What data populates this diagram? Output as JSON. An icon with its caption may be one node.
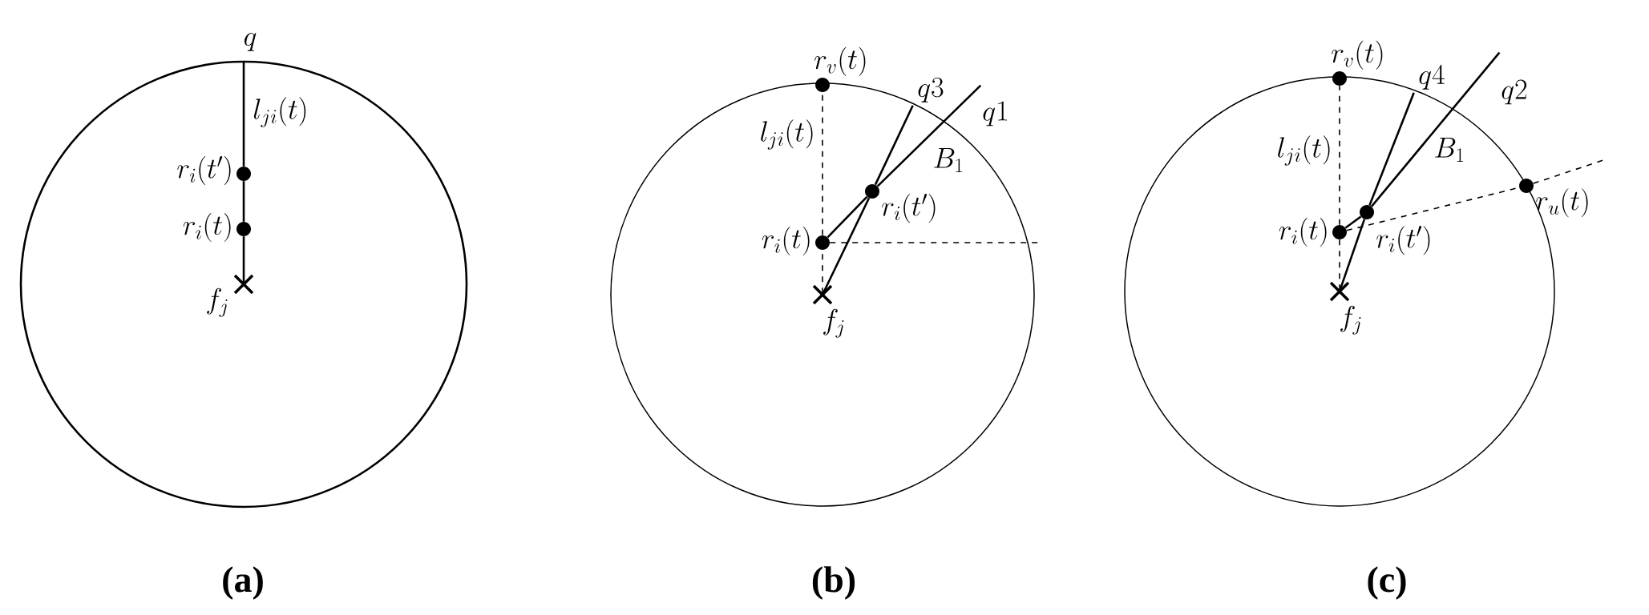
{
  "diagram": {
    "nodes": [
      {
        "text": [],
        "shape": "point",
        "beside": [
          "q"
        ]
      },
      {
        "text": [],
        "shape": "circle",
        "beside": [
          "r_i(t')"
        ]
      },
      {
        "text": [],
        "shape": "circle",
        "beside": [
          "r_i(t)"
        ]
      },
      {
        "text": [],
        "shape": "cross",
        "beside": [
          "f_j"
        ]
      },
      {
        "text": [],
        "shape": "circle",
        "beside": [
          "r_v(t)"
        ]
      },
      {
        "text": [],
        "shape": "point",
        "beside": [
          "q3"
        ]
      },
      {
        "text": [],
        "shape": "point",
        "beside": [
          "q1"
        ]
      },
      {
        "text": [],
        "shape": "circle",
        "beside": [
          "r_i(t')"
        ]
      },
      {
        "text": [],
        "shape": "circle",
        "beside": [
          "r_i(t)"
        ]
      },
      {
        "text": [],
        "shape": "cross",
        "beside": [
          "f_j"
        ]
      },
      {
        "text": [],
        "shape": "circle",
        "beside": [
          "r_v(t)"
        ]
      },
      {
        "text": [],
        "shape": "point",
        "beside": [
          "q4"
        ]
      },
      {
        "text": [],
        "shape": "point",
        "beside": [
          "q2"
        ]
      },
      {
        "text": [],
        "shape": "circle",
        "beside": [
          "r_u(t)"
        ]
      },
      {
        "text": [],
        "shape": "circle",
        "beside": [
          "r_i(t')"
        ]
      },
      {
        "text": [],
        "shape": "circle",
        "beside": [
          "r_i(t)"
        ]
      },
      {
        "text": [],
        "shape": "cross",
        "beside": [
          "f_j"
        ]
      }
    ],
    "edges": [
      {
        "from": 3,
        "to": 2,
        "arrow": "none"
      },
      {
        "from": 2,
        "to": 1,
        "arrow": "none"
      },
      {
        "from": 1,
        "to": 0,
        "arrow": "none",
        "label": "l_{ji}(t)"
      },
      {
        "from": 9,
        "to": 7,
        "arrow": "none"
      },
      {
        "from": 7,
        "to": 5,
        "arrow": "none"
      },
      {
        "from": 8,
        "to": 7,
        "arrow": "none"
      },
      {
        "from": 7,
        "to": 6,
        "arrow": "none"
      },
      {
        "from": 8,
        "to": 4,
        "arrow": "none",
        "style": "dashed",
        "label": "l_{ji}(t)"
      },
      {
        "from": 9,
        "to": 8,
        "arrow": "none",
        "style": "dashed"
      },
      {
        "from": 8,
        "to": null,
        "arrow": "none",
        "style": "dashed"
      },
      {
        "from": 16,
        "to": 14,
        "arrow": "none"
      },
      {
        "from": 14,
        "to": 11,
        "arrow": "none"
      },
      {
        "from": 15,
        "to": 14,
        "arrow": "none"
      },
      {
        "from": 14,
        "to": 12,
        "arrow": "none"
      },
      {
        "from": 15,
        "to": 10,
        "arrow": "none",
        "style": "dashed",
        "label": "l_{ji}(t)"
      },
      {
        "from": 16,
        "to": 15,
        "arrow": "none",
        "style": "dashed"
      },
      {
        "from": 15,
        "to": 13,
        "arrow": "none",
        "style": "dashed"
      },
      {
        "from": 13,
        "to": null,
        "arrow": "none",
        "style": "dashed"
      }
    ],
    "labels": [
      "B_1",
      "B_1",
      "(a)",
      "(b)",
      "(c)"
    ]
  }
}
